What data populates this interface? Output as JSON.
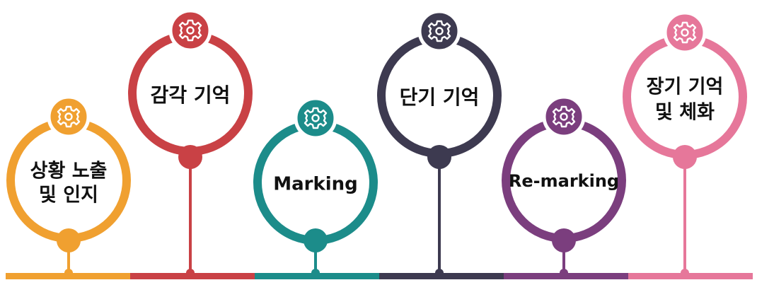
{
  "steps": [
    {
      "label": "상황 노출",
      "label2": "및 인지",
      "color": "#f0a030"
    },
    {
      "label": "감각 기억",
      "label2": "",
      "color": "#c94145"
    },
    {
      "label": "Marking",
      "label2": "",
      "color": "#1c8c8a"
    },
    {
      "label": "단기 기억",
      "label2": "",
      "color": "#3d3a50"
    },
    {
      "label": "Re-marking",
      "label2": "",
      "color": "#7b3e7e"
    },
    {
      "label": "장기 기억",
      "label2": "및 체화",
      "color": "#e6779a"
    }
  ],
  "icons": [
    "gear-icon"
  ]
}
